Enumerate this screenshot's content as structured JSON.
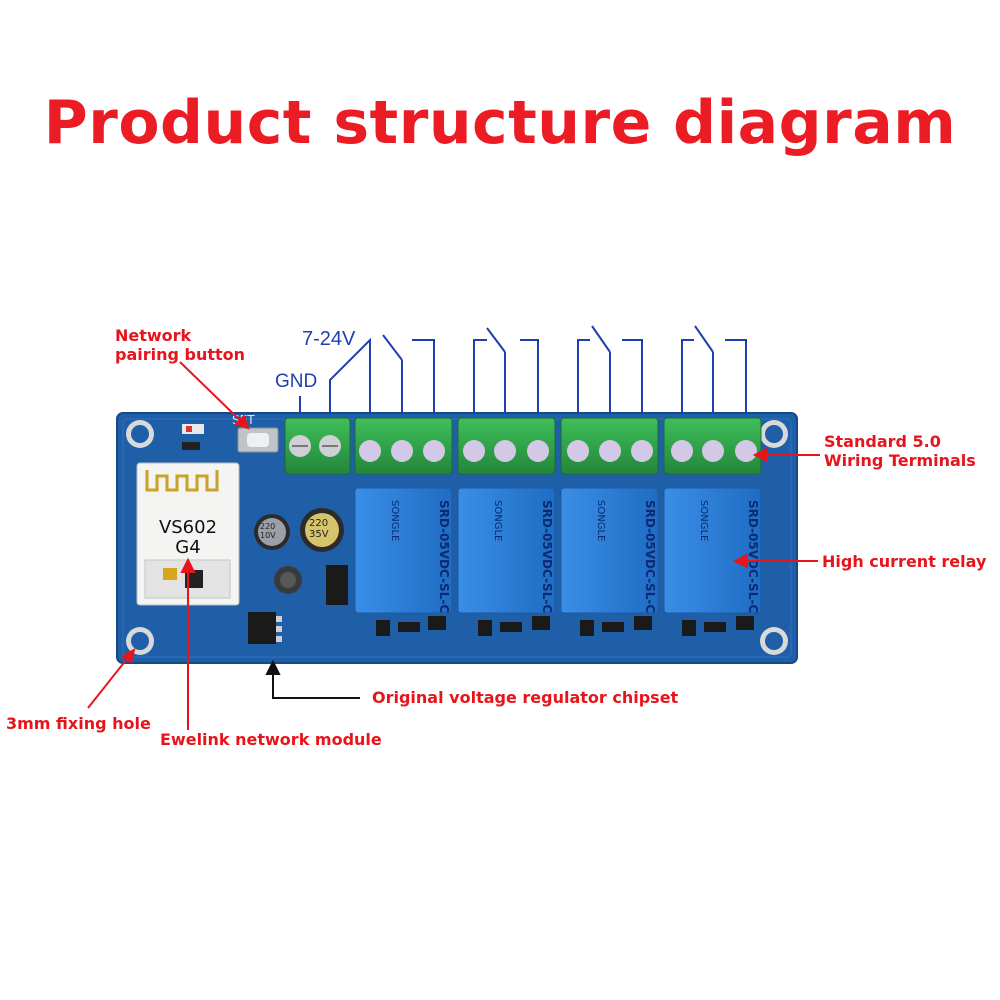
{
  "title": "Product structure diagram",
  "labels": {
    "pairing_button": [
      "Network",
      "pairing button"
    ],
    "terminals": [
      "Standard 5.0",
      "Wiring Terminals"
    ],
    "relay": "High current relay",
    "regulator": "Original voltage regulator chipset",
    "fixing_hole": "3mm fixing hole",
    "module": "Ewelink network module"
  },
  "voltage_labels": {
    "supply": "7-24V",
    "ground": "GND"
  },
  "board": {
    "module_model": "VS602",
    "module_rev": "G4",
    "relay_brand": "SONGLE",
    "relay_model": "SRD-05VDC-SL-C",
    "relay_count": 4,
    "silkscreen_set": "SET",
    "capacitor_1": [
      "220",
      "10V"
    ],
    "capacitor_2": [
      "220",
      "35V"
    ]
  },
  "colors": {
    "label_red": "#e8141c",
    "wire_blue": "#1e3fb0",
    "pcb_blue": "#1f5fa8",
    "terminal_green": "#2ea043",
    "relay_blue": "#2f7fd6"
  }
}
